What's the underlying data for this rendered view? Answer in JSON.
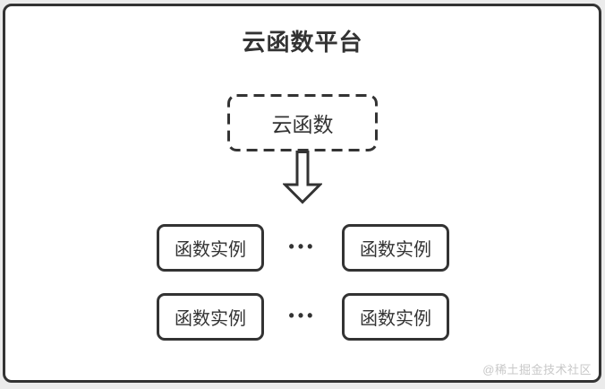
{
  "title": "云函数平台",
  "nodes": {
    "cloud_function": "云函数",
    "instances": [
      "函数实例",
      "函数实例",
      "函数实例",
      "函数实例"
    ]
  },
  "ellipsis": "•••",
  "watermark": "@稀土掘金技术社区",
  "colors": {
    "stroke": "#333333",
    "card-bg": "#ffffff",
    "page-bg": "#ebebeb",
    "watermark-color": "#c8c8c8"
  }
}
